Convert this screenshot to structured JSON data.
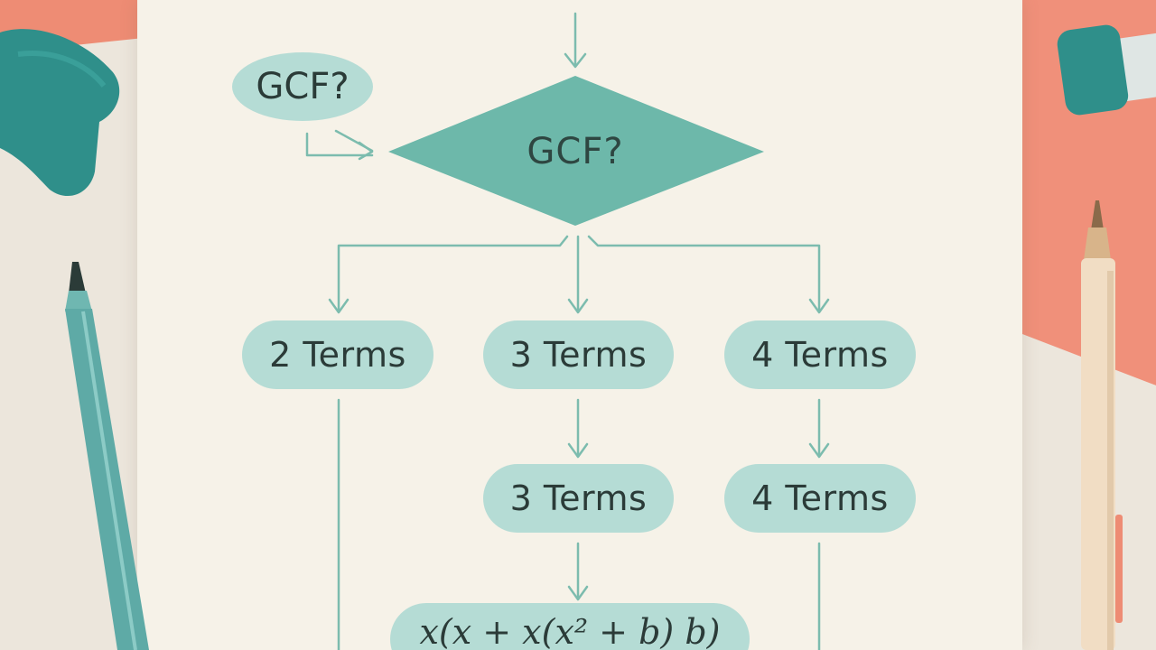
{
  "flowchart": {
    "note_label": "GCF?",
    "decision_label": "GCF?",
    "row1": {
      "left": "2 Terms",
      "middle": "3 Terms",
      "right": "4 Terms"
    },
    "row2": {
      "middle": "3 Terms",
      "right": "4 Terms"
    },
    "formula": "x(x + x(x² + b) b)"
  },
  "colors": {
    "paper": "#f6f2e8",
    "node_fill": "#b5dcd5",
    "diamond_fill": "#6db8aa",
    "connector": "#7cbcae",
    "accent_coral": "#f0907a",
    "teal_object": "#2f8f8a"
  },
  "icons": {
    "pen_left": "teal-pen-icon",
    "pen_right": "cream-pen-icon",
    "teal_object": "teal-clip-icon",
    "brush": "teal-brush-icon"
  }
}
